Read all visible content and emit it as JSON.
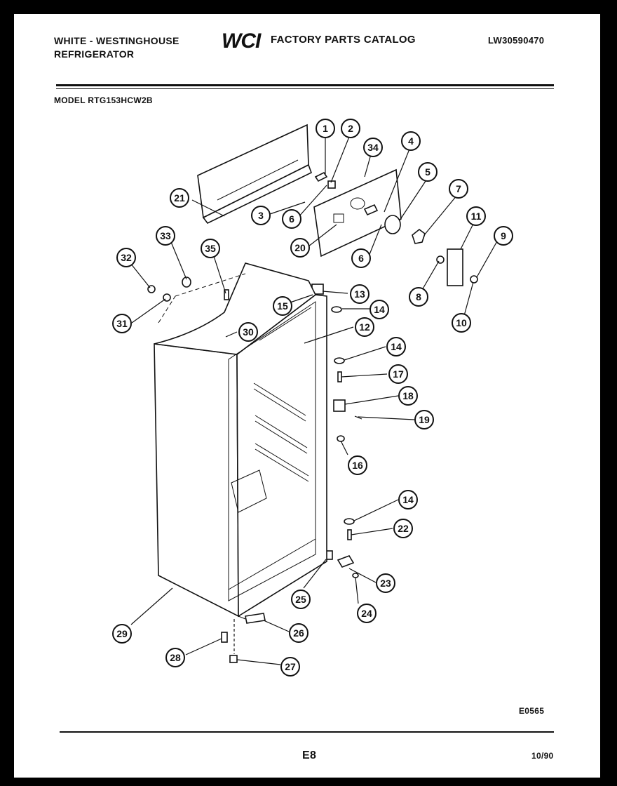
{
  "header": {
    "brand_line1": "WHITE - WESTINGHOUSE",
    "brand_line2": "REFRIGERATOR",
    "logo": "WCI",
    "catalog_title": "FACTORY PARTS CATALOG",
    "catalog_number": "LW30590470"
  },
  "model_label": "MODEL RTG153HCW2B",
  "callouts": [
    {
      "label": "1"
    },
    {
      "label": "2"
    },
    {
      "label": "34"
    },
    {
      "label": "4"
    },
    {
      "label": "5"
    },
    {
      "label": "7"
    },
    {
      "label": "21"
    },
    {
      "label": "3"
    },
    {
      "label": "6"
    },
    {
      "label": "20"
    },
    {
      "label": "6"
    },
    {
      "label": "11"
    },
    {
      "label": "9"
    },
    {
      "label": "33"
    },
    {
      "label": "35"
    },
    {
      "label": "32"
    },
    {
      "label": "8"
    },
    {
      "label": "13"
    },
    {
      "label": "15"
    },
    {
      "label": "14"
    },
    {
      "label": "31"
    },
    {
      "label": "10"
    },
    {
      "label": "12"
    },
    {
      "label": "30"
    },
    {
      "label": "14"
    },
    {
      "label": "17"
    },
    {
      "label": "18"
    },
    {
      "label": "19"
    },
    {
      "label": "16"
    },
    {
      "label": "14"
    },
    {
      "label": "22"
    },
    {
      "label": "23"
    },
    {
      "label": "25"
    },
    {
      "label": "24"
    },
    {
      "label": "29"
    },
    {
      "label": "26"
    },
    {
      "label": "28"
    },
    {
      "label": "27"
    }
  ],
  "footer": {
    "diagram_code": "E0565",
    "page_number": "E8",
    "date": "10/90"
  }
}
